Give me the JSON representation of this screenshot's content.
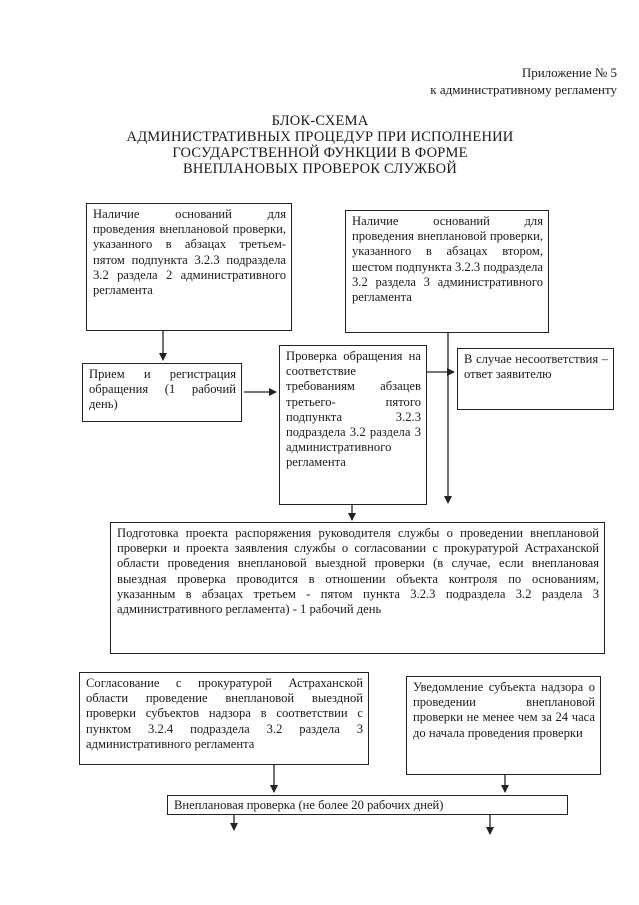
{
  "header": {
    "appendix_line1": "Приложение № 5",
    "appendix_line2": "к административному регламенту"
  },
  "title": {
    "line1": "БЛОК-СХЕМА",
    "line2": "АДМИНИСТРАТИВНЫХ ПРОЦЕДУР ПРИ ИСПОЛНЕНИИ",
    "line3": "ГОСУДАРСТВЕННОЙ ФУНКЦИИ В ФОРМЕ",
    "line4": "ВНЕПЛАНОВЫХ ПРОВЕРОК СЛУЖБОЙ"
  },
  "boxes": {
    "grounds_third_fifth": "Наличие оснований для проведения внеплановой проверки, указанного в абзацах третьем- пятом подпункта 3.2.3 подраздела 3.2 раздела 2 административного регламента",
    "grounds_second_sixth": "Наличие оснований для проведения внеплановой проверки, указанного в абзацах втором, шестом подпункта 3.2.3 подраздела 3.2 раздела 3 административного регламента",
    "registration": "Прием и регистрация обращения (1 рабочий день)",
    "compliance_check": "Проверка обращения на соответствие требованиям абзацев третьего- пятого подпункта 3.2.3 подраздела 3.2 раздела 3 административного регламента",
    "mismatch": "В случае несоответствия – ответ заявителю",
    "order_draft": "Подготовка проекта распоряжения руководителя службы о проведении внеплановой проверки и проекта заявления службы о согласовании с прокуратурой Астраханской области проведения внеплановой выездной проверки (в случае, если внеплановая выездная проверка проводится в отношении объекта контроля по основаниям, указанным в абзацах третьем - пятом пункта 3.2.3 подраздела 3.2 раздела 3 административного регламента) - 1 рабочий день",
    "prosecutor_approval": "Согласование с прокуратурой Астраханской области проведение внеплановой выездной проверки субъектов надзора в соответствии с пунктом 3.2.4 подраздела 3.2 раздела 3 административного регламента",
    "notification": "Уведомление субъекта надзора о проведении внеплановой проверки не менее чем за 24 часа до начала проведения проверки",
    "unscheduled_inspection": "Внеплановая проверка (не более 20 рабочих дней)"
  }
}
